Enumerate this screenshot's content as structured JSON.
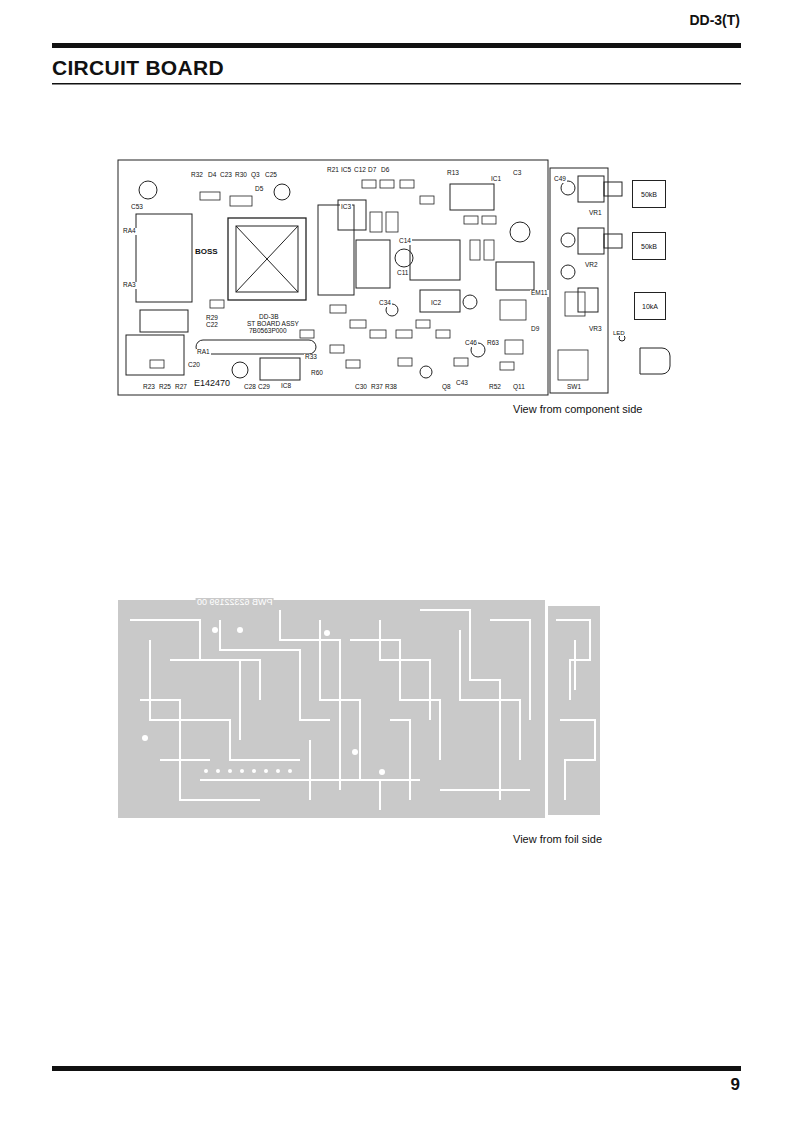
{
  "diagram": {
    "title": "CIRCUIT BOARD",
    "nodes": [
      {
        "text": [
          "50kB"
        ]
      },
      {
        "text": [
          "50kB"
        ]
      },
      {
        "text": [
          "10kA"
        ]
      }
    ],
    "labels": [
      "DD-3(T)",
      "R32",
      "D4",
      "C23",
      "R30",
      "Q3",
      "C25",
      "D5",
      "R21",
      "IC5",
      "C12",
      "D7",
      "D6",
      "IC3",
      "R13",
      "IC1",
      "C3",
      "C14",
      "C11",
      "IC2",
      "C34",
      "C49",
      "VR1",
      "VR2",
      "VR3",
      "SW1",
      "LED",
      "EM11",
      "D9",
      "R63",
      "C46",
      "C43",
      "Q11",
      "R52",
      "Q8",
      "R37",
      "R38",
      "C30",
      "R60",
      "R33",
      "IC8",
      "C28",
      "C29",
      "E142470",
      "R23",
      "R25",
      "R27",
      "C20",
      "RA1",
      "R29",
      "C22",
      "BOSS",
      "DD-3B",
      "ST BOARD ASSY",
      "7B0563P000",
      "RA3",
      "RA4",
      "C53",
      "View from component side",
      "View from foil side",
      "PWB 62322199 00",
      "9"
    ]
  }
}
